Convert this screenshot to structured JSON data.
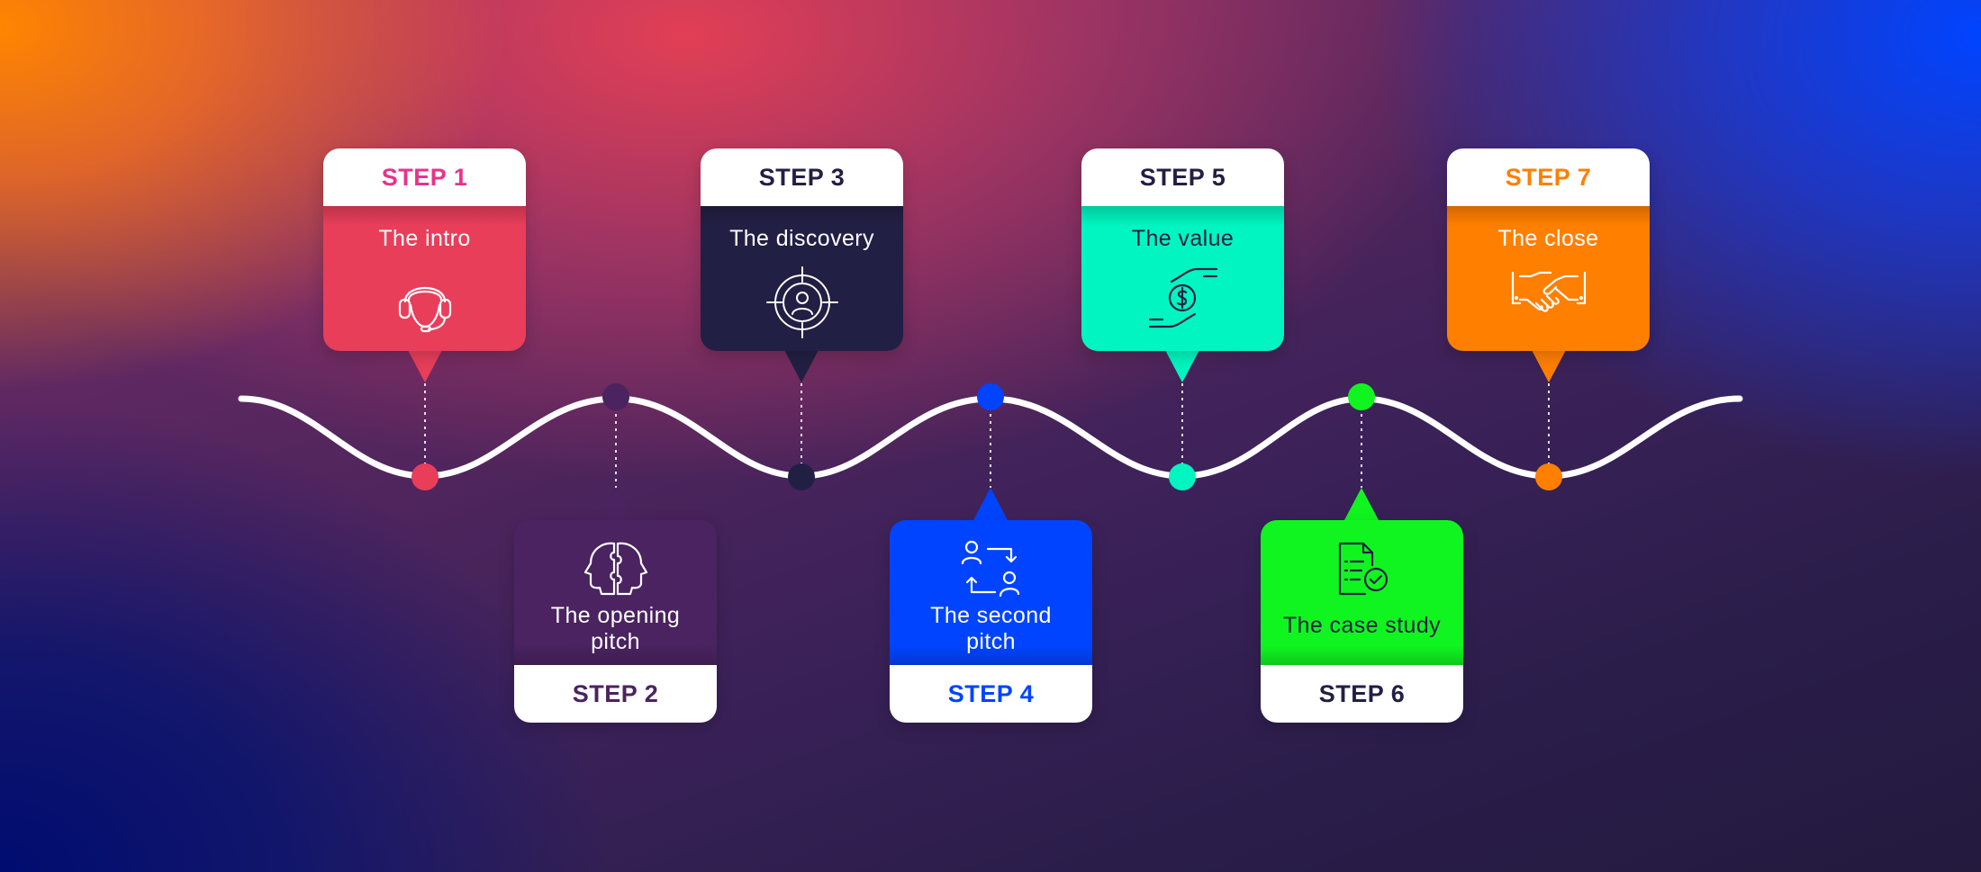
{
  "colors": {
    "step1": "#e83e5a",
    "step1_label": "#e8338b",
    "step2": "#4a2360",
    "step2_label": "#4a2360",
    "step3": "#221f44",
    "step3_label": "#221f44",
    "step4": "#0044ff",
    "step4_label": "#0044ff",
    "step5": "#00f5c0",
    "step5_label": "#221f44",
    "step6": "#10f520",
    "step6_label": "#221f44",
    "step7": "#ff7f00",
    "step7_label": "#ff7f00",
    "line": "#ffffff"
  },
  "steps": [
    {
      "label": "STEP 1",
      "title": "The intro",
      "icon": "headset-icon"
    },
    {
      "label": "STEP 2",
      "title": "The opening pitch",
      "icon": "puzzle-heads-icon"
    },
    {
      "label": "STEP 3",
      "title": "The discovery",
      "icon": "target-person-icon"
    },
    {
      "label": "STEP 4",
      "title": "The second pitch",
      "icon": "people-exchange-icon"
    },
    {
      "label": "STEP 5",
      "title": "The value",
      "icon": "hand-coin-icon"
    },
    {
      "label": "STEP 6",
      "title": "The case study",
      "icon": "document-check-icon"
    },
    {
      "label": "STEP 7",
      "title": "The close",
      "icon": "handshake-icon"
    }
  ]
}
